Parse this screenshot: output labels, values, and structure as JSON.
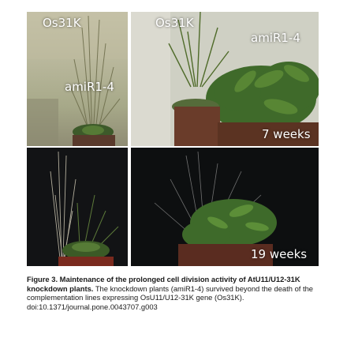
{
  "figure": {
    "panels": [
      {
        "labels": [
          "Os31K",
          "amiR1-4"
        ]
      },
      {
        "labels": [
          "Os31K",
          "amiR1-4",
          "7 weeks"
        ]
      },
      {
        "labels": []
      },
      {
        "labels": [
          "19 weeks"
        ]
      }
    ]
  },
  "caption": {
    "bold": "Figure 3. Maintenance of the prolonged cell division activity of AtU11/U12-31K knockdown plants.",
    "text": " The knockdown plants (amiR1-4) survived beyond the death of the complementation lines expressing OsU11/U12-31K gene (Os31K).",
    "doi": "doi:10.1371/journal.pone.0043707.g003"
  }
}
